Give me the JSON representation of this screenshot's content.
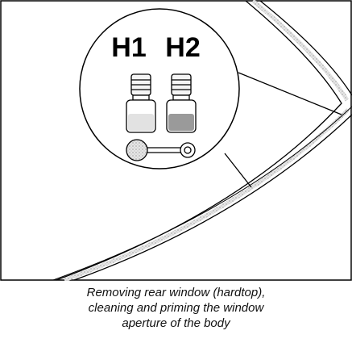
{
  "diagram": {
    "bottle_labels": {
      "h1": "H1",
      "h2": "H2"
    },
    "caption": {
      "line1": "Removing rear window (hardtop),",
      "line2": "cleaning and priming the window",
      "line3": "aperture of the body"
    },
    "colors": {
      "line": "#000000",
      "fill_light": "#e2e2e2",
      "fill_dark": "#9a9a9a",
      "speckle": "#bdbdbd"
    }
  }
}
